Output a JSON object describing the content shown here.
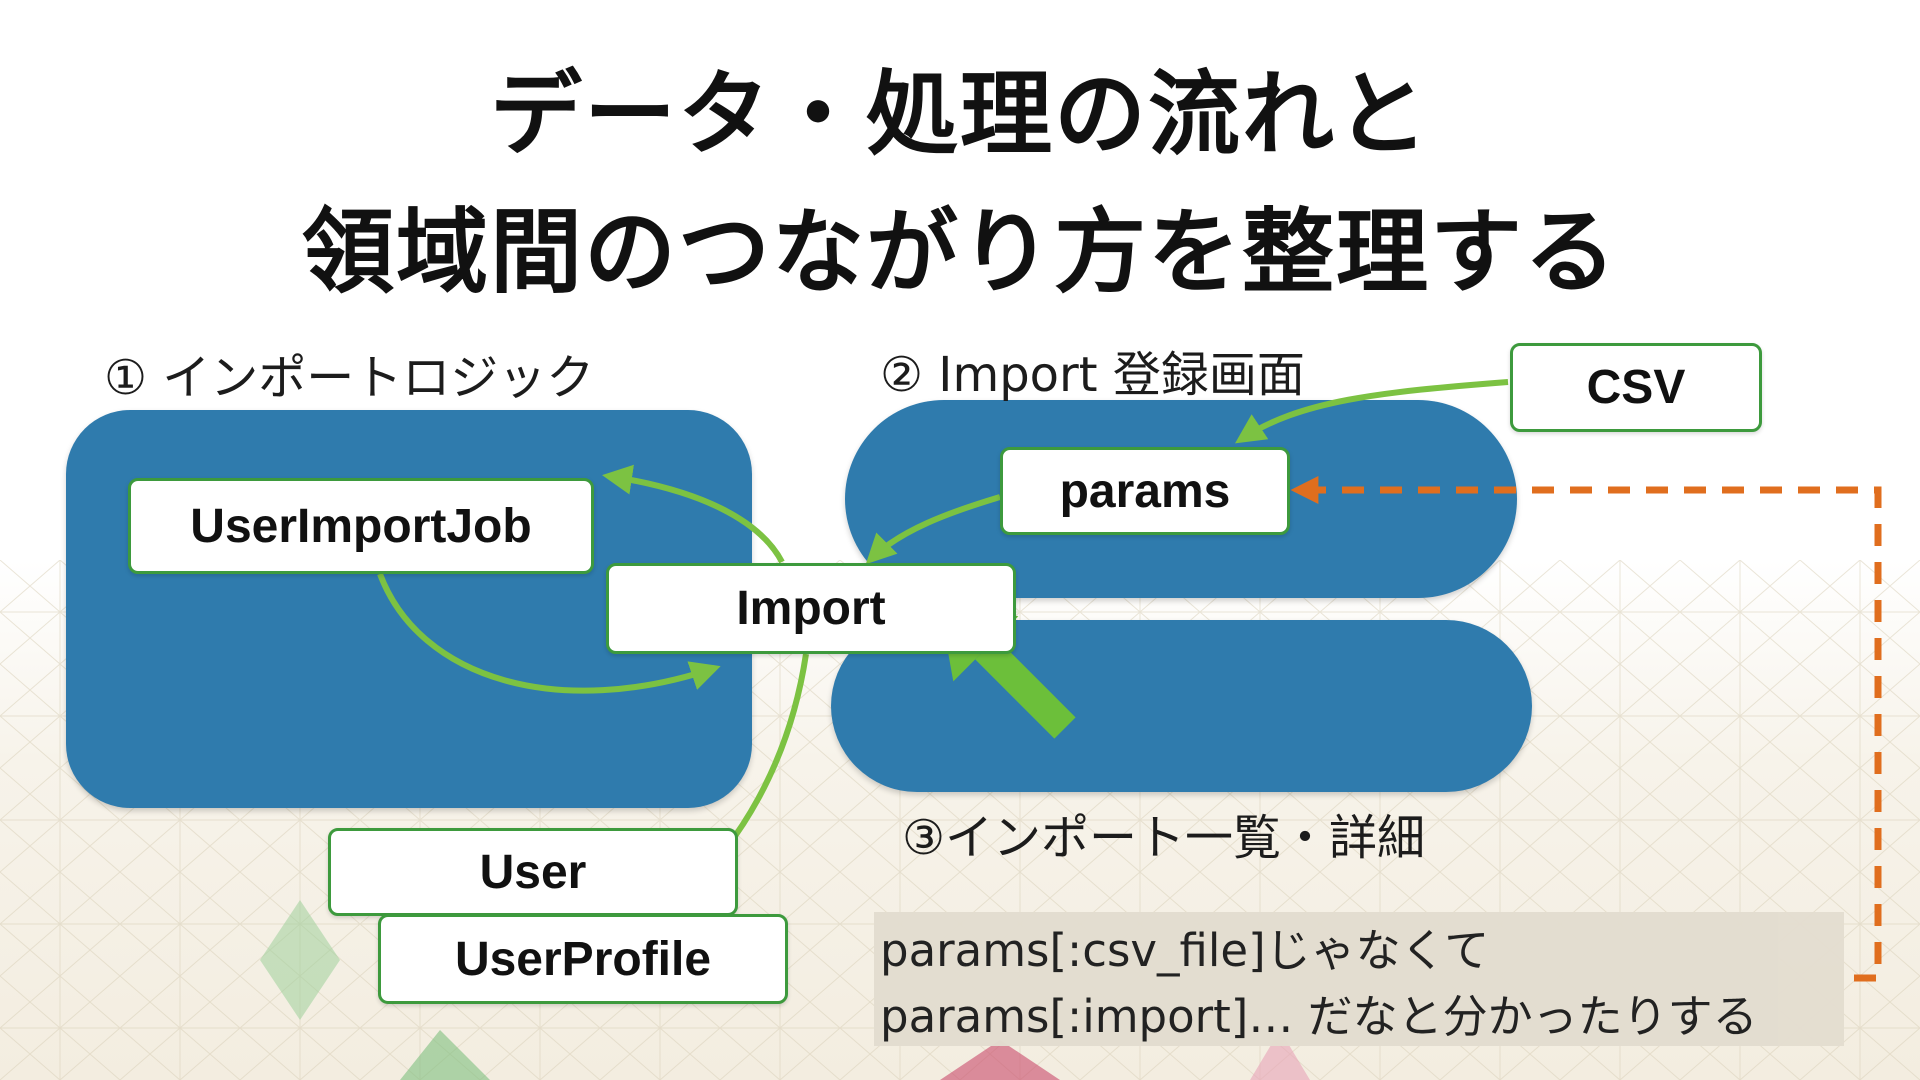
{
  "title": {
    "line1": "データ・処理の流れと",
    "line2": "領域間のつながり方を整理する"
  },
  "sections": {
    "import_logic": "① インポートロジック",
    "import_form": "② Import 登録画面",
    "import_list": "③インポート一覧・詳細"
  },
  "nodes": {
    "user_import_job": "UserImportJob",
    "import": "Import",
    "params": "params",
    "csv": "CSV",
    "user": "User",
    "user_profile": "UserProfile"
  },
  "note": {
    "line1": "params[:csv_file]じゃなくて",
    "line2": "params[:import]… だなと分かったりする"
  },
  "colors": {
    "region_blue": "#2f7bad",
    "flow_green": "#7cc242",
    "node_border_green": "#3d9a3d",
    "callout_orange": "#e06e1e",
    "big_arrow_green": "#6cbf3a"
  }
}
